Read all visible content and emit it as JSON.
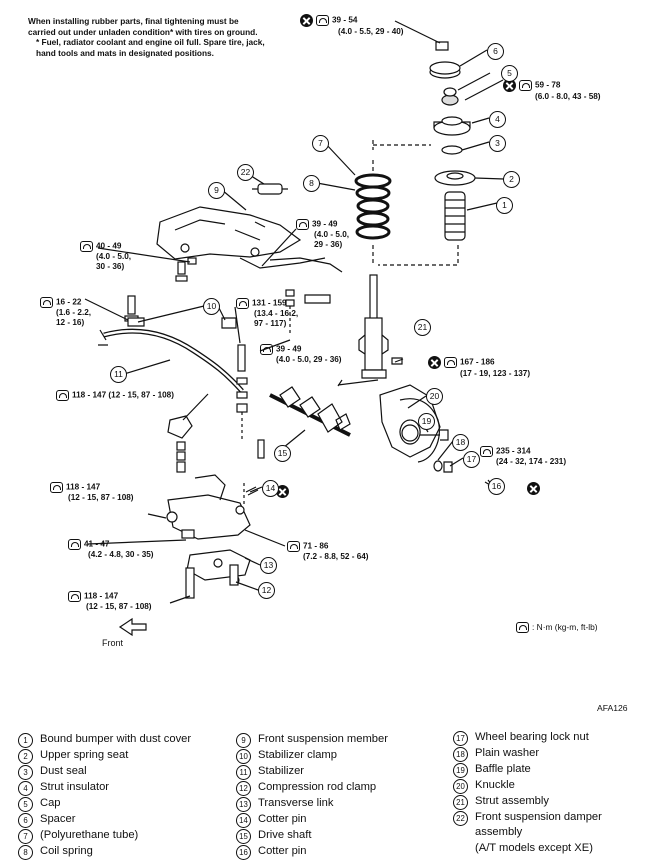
{
  "note": {
    "main": "When installing rubber parts, final tightening must be carried out under unladen condition* with tires on ground.",
    "star": "* Fuel, radiator coolant and engine oil full. Spare tire, jack, hand tools and mats in designated positions."
  },
  "torque_specs": [
    {
      "l1": "39 - 54",
      "l2": "(4.0 - 5.5, 29 - 40)"
    },
    {
      "l1": "59 - 78",
      "l2": "(6.0 - 8.0, 43 - 58)"
    },
    {
      "l1": "39 - 49",
      "l2": "(4.0 - 5.0,",
      "l3": "29 - 36)"
    },
    {
      "l1": "40 - 49",
      "l2": "(4.0 - 5.0,",
      "l3": "30 - 36)"
    },
    {
      "l1": "16 - 22",
      "l2": "(1.6 - 2.2,",
      "l3": "12 - 16)"
    },
    {
      "l1": "131 - 159",
      "l2": "(13.4 - 16.2,",
      "l3": "97 - 117)"
    },
    {
      "l1": "39 - 49",
      "l2": "(4.0 - 5.0, 29 - 36)"
    },
    {
      "l1": "167 - 186",
      "l2": "(17 - 19, 123 - 137)"
    },
    {
      "l1": "118 - 147 (12 - 15, 87 - 108)"
    },
    {
      "l1": "235 - 314",
      "l2": "(24 - 32, 174 - 231)"
    },
    {
      "l1": "118 - 147",
      "l2": "(12 - 15, 87 - 108)"
    },
    {
      "l1": "41 - 47",
      "l2": "(4.2 - 4.8, 30 - 35)"
    },
    {
      "l1": "71 - 86",
      "l2": "(7.2 - 8.8, 52 - 64)"
    },
    {
      "l1": "118 - 147",
      "l2": "(12 - 15, 87 - 108)"
    }
  ],
  "unit_note": ": N·m (kg-m, ft-lb)",
  "front_label": "Front",
  "ref_code": "AFA126",
  "legend": [
    [
      {
        "num": "1",
        "label": "Bound bumper with dust cover"
      },
      {
        "num": "2",
        "label": "Upper spring seat"
      },
      {
        "num": "3",
        "label": "Dust seal"
      },
      {
        "num": "4",
        "label": "Strut insulator"
      },
      {
        "num": "5",
        "label": "Cap"
      },
      {
        "num": "6",
        "label": "Spacer"
      },
      {
        "num": "7",
        "label": "(Polyurethane tube)"
      },
      {
        "num": "8",
        "label": "Coil spring"
      }
    ],
    [
      {
        "num": "9",
        "label": "Front suspension member"
      },
      {
        "num": "10",
        "label": "Stabilizer clamp"
      },
      {
        "num": "11",
        "label": "Stabilizer"
      },
      {
        "num": "12",
        "label": "Compression rod clamp"
      },
      {
        "num": "13",
        "label": "Transverse link"
      },
      {
        "num": "14",
        "label": "Cotter pin"
      },
      {
        "num": "15",
        "label": "Drive shaft"
      },
      {
        "num": "16",
        "label": "Cotter pin"
      }
    ],
    [
      {
        "num": "17",
        "label": "Wheel bearing lock nut"
      },
      {
        "num": "18",
        "label": "Plain washer"
      },
      {
        "num": "19",
        "label": "Baffle plate"
      },
      {
        "num": "20",
        "label": "Knuckle"
      },
      {
        "num": "21",
        "label": "Strut assembly"
      },
      {
        "num": "22",
        "label": "Front suspension damper\nassembly\n(A/T models except XE)"
      }
    ]
  ],
  "callout_numbers": [
    "1",
    "2",
    "3",
    "4",
    "5",
    "6",
    "7",
    "8",
    "9",
    "10",
    "11",
    "12",
    "13",
    "14",
    "15",
    "16",
    "17",
    "18",
    "19",
    "20",
    "21",
    "22"
  ]
}
